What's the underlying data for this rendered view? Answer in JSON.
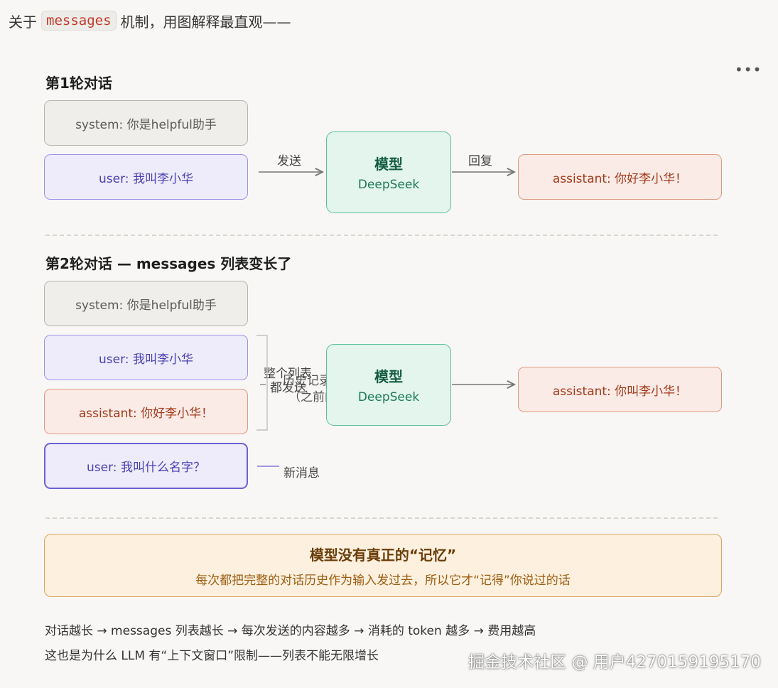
{
  "intro": {
    "before": "关于",
    "code": "messages",
    "after": "机制，用图解释最直观——"
  },
  "more_menu": "•••",
  "round1": {
    "title": "第1轮对话",
    "system": "system: 你是helpful助手",
    "user": "user: 我叫李小华",
    "send_label": "发送",
    "model_title": "模型",
    "model_name": "DeepSeek",
    "reply_label": "回复",
    "assistant": "assistant: 你好李小华！"
  },
  "round2": {
    "title": "第2轮对话 — messages 列表变长了",
    "system": "system: 你是helpful助手",
    "user1": "user: 我叫李小华",
    "assistant1": "assistant: 你好李小华！",
    "user2": "user: 我叫什么名字？",
    "history_note": "历史记录",
    "history_sub": "（之前的）",
    "send_note_1": "整个列表",
    "send_note_2": "都发送",
    "new_msg_label": "新消息",
    "model_title": "模型",
    "model_name": "DeepSeek",
    "assistant_reply": "assistant: 你叫李小华！"
  },
  "summary": {
    "title": "模型没有真正的“记忆”",
    "subtitle": "每次都把完整的对话历史作为输入发过去，所以它才“记得”你说过的话"
  },
  "footer": {
    "line1": "对话越长 → messages 列表越长 → 每次发送的内容越多 → 消耗的 token 越多 → 费用越高",
    "line2": "这也是为什么 LLM 有“上下文窗口”限制——列表不能无限增长"
  },
  "watermark": "掘金技术社区 @ 用户4270159195170",
  "colors": {
    "system": "#efeeea",
    "user": "#eeecfb",
    "assistant": "#fbebe6",
    "model": "#e3f5ed",
    "summary": "#fdf0de",
    "arrow": "#777777"
  }
}
